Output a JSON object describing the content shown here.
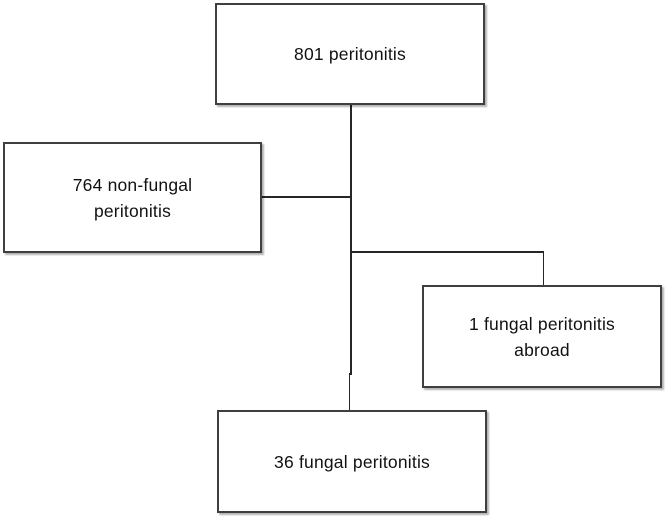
{
  "colors": {
    "background": "#ffffff",
    "box-fill": "#ffffff",
    "box-border": "#3f3f3f",
    "line": "#262626",
    "text": "#111111"
  },
  "nodes": {
    "total": {
      "label": "801 peritonitis"
    },
    "non_fungal": {
      "line1": "764 non-fungal",
      "line2": "peritonitis"
    },
    "fungal_abroad": {
      "line1": "1 fungal peritonitis",
      "line2": "abroad"
    },
    "fungal": {
      "label": "36 fungal peritonitis"
    }
  },
  "edges": [
    {
      "from": "801 peritonitis",
      "to": "764 non-fungal peritonitis"
    },
    {
      "from": "801 peritonitis",
      "to": "1 fungal peritonitis abroad"
    },
    {
      "from": "801 peritonitis",
      "to": "36 fungal peritonitis"
    }
  ]
}
